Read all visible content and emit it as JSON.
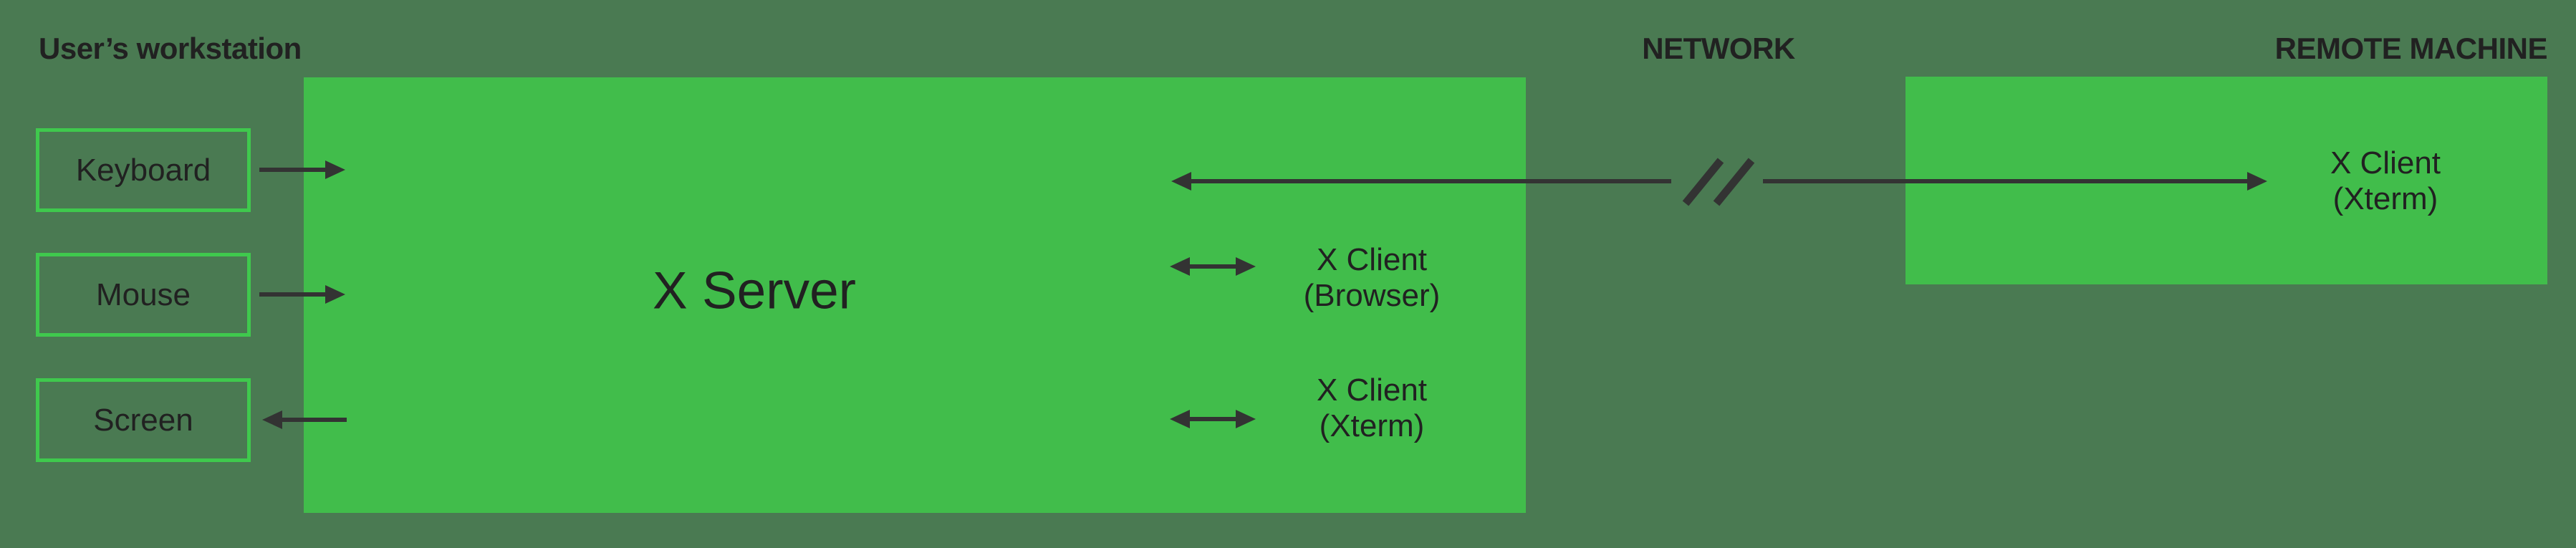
{
  "colors": {
    "background": "#4a7a52",
    "box_fill": "#41bd4b",
    "box_border": "#3fc94d",
    "arrow": "#333333",
    "text": "#212121"
  },
  "labels": {
    "workstation_title": "User’s workstation",
    "network_title": "NETWORK",
    "remote_machine_title": "REMOTE MACHINE"
  },
  "workstation": {
    "server_label": "X Server",
    "devices": [
      {
        "label": "Keyboard"
      },
      {
        "label": "Mouse"
      },
      {
        "label": "Screen"
      }
    ],
    "local_clients": [
      {
        "line1": "X Client",
        "line2": "(Browser)"
      },
      {
        "line1": "X Client",
        "line2": "(Xterm)"
      }
    ]
  },
  "remote_machine": {
    "client": {
      "line1": "X Client",
      "line2": "(Xterm)"
    }
  }
}
